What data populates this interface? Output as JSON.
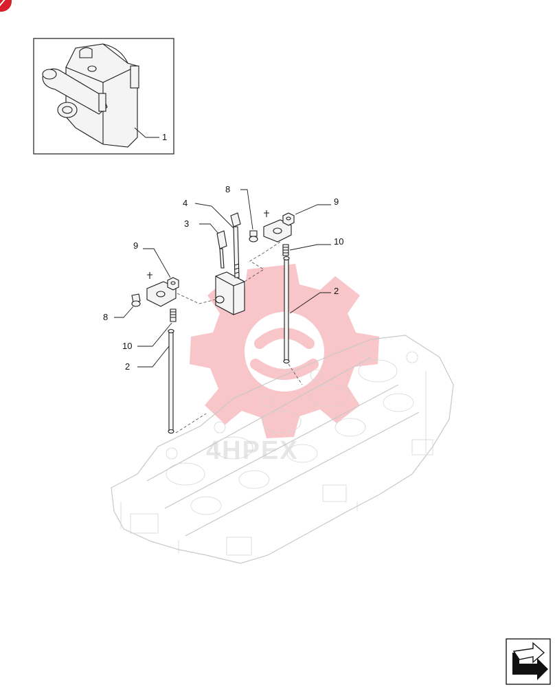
{
  "callouts": {
    "rocker_assembly": "1",
    "pushrod_left": "2",
    "pushrod_right": "2",
    "bolt_short": "3",
    "bolt_long": "4",
    "screw_left": "8",
    "screw_right": "8",
    "nut_left": "9",
    "nut_right": "9",
    "adjuster_left": "10",
    "adjuster_right": "10"
  },
  "watermark": {
    "text": "4HPEX",
    "color": "#e8323c"
  },
  "colors": {
    "brand": "#d81e2a",
    "line": "#1a1a1a",
    "ghost": "#c8c8c8"
  },
  "icons": {
    "corner_badge": "brand-corner-icon",
    "next_page": "next-page-arrow-icon"
  }
}
